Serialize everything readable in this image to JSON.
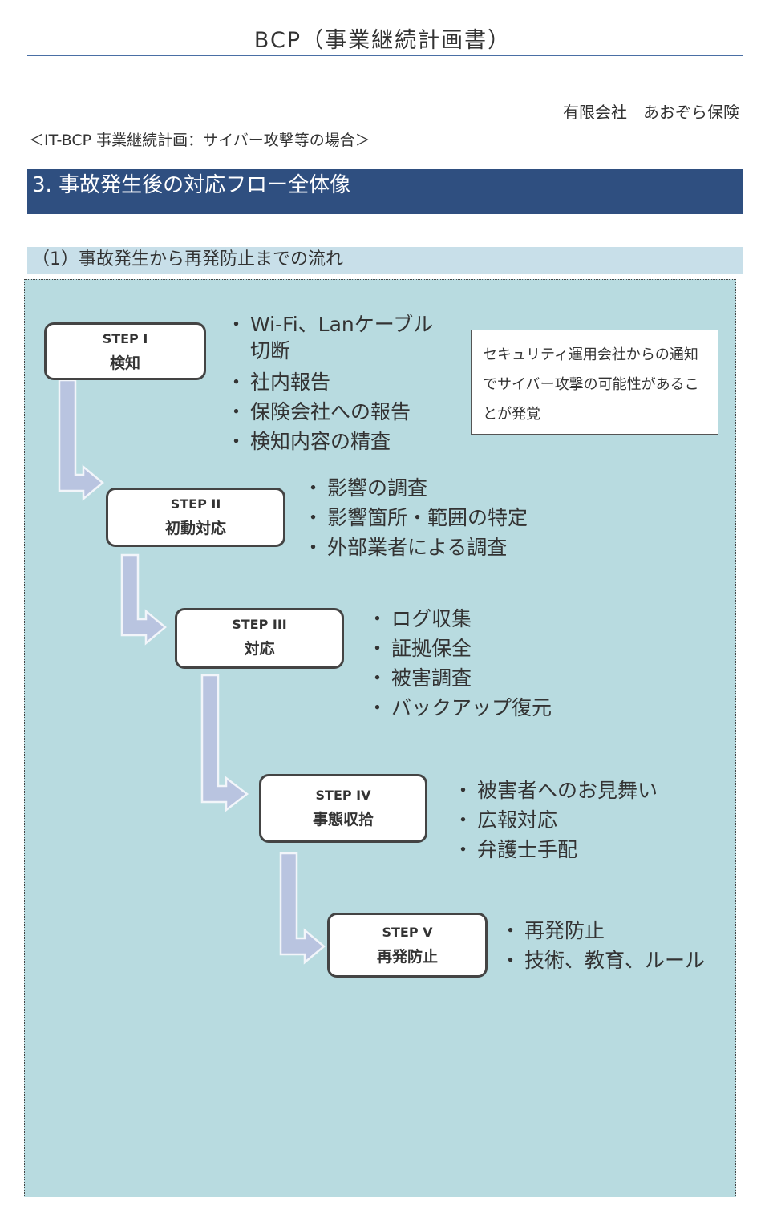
{
  "document": {
    "title": "BCP（事業継続計画書）",
    "company": "有限会社　あおぞら保険",
    "subtitle": "＜IT-BCP 事業継続計画：サイバー攻撃等の場合＞",
    "section_heading": "3. 事故発生後の対応フロー全体像",
    "subsection_heading": "（1）事故発生から再発防止までの流れ"
  },
  "colors": {
    "section_bar": "#2f4f80",
    "subsection_bar": "#c8dfe9",
    "panel_background": "#b8dbe0",
    "arrow_fill": "#b9c4e0",
    "title_rule": "#4a6fa5"
  },
  "note": {
    "text": "セキュリティ運用会社からの通知でサイバー攻撃の可能性があることが発覚"
  },
  "steps": [
    {
      "label": "STEP I",
      "name": "検知",
      "bullets": [
        "Wi-Fi、Lanケーブル\n切断",
        "社内報告",
        "保険会社への報告",
        "検知内容の精査"
      ]
    },
    {
      "label": "STEP II",
      "name": "初動対応",
      "bullets": [
        "影響の調査",
        "影響箇所・範囲の特定",
        "外部業者による調査"
      ]
    },
    {
      "label": "STEP III",
      "name": "対応",
      "bullets": [
        "ログ収集",
        "証拠保全",
        "被害調査",
        "バックアップ復元"
      ]
    },
    {
      "label": "STEP IV",
      "name": "事態収拾",
      "bullets": [
        "被害者へのお見舞い",
        "広報対応",
        "弁護士手配"
      ]
    },
    {
      "label": "STEP V",
      "name": "再発防止",
      "bullets": [
        "再発防止",
        "技術、教育、ルール"
      ]
    }
  ]
}
